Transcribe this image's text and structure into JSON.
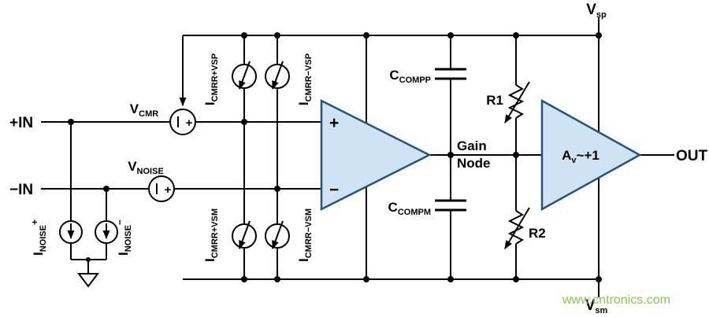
{
  "colors": {
    "wire": "#000000",
    "amp_fill": "#cfe3f4",
    "amp_stroke": "#24547e",
    "watermark": "#7ac143"
  },
  "labels": {
    "vsp": {
      "base": "V",
      "sub": "sp"
    },
    "vsm": {
      "base": "V",
      "sub": "sm"
    },
    "in_plus": {
      "base": "+IN"
    },
    "in_minus": {
      "base": "−IN"
    },
    "vcmr": {
      "base": "V",
      "sub": "CMR"
    },
    "vnoise": {
      "base": "V",
      "sub": "NOISE"
    },
    "inoise_plus": {
      "base": "I",
      "sub": "NOISE",
      "sup": "+"
    },
    "inoise_minus": {
      "base": "I",
      "sub": "NOISE",
      "sup": "−"
    },
    "icmrr_plus_vsp": {
      "base": "I",
      "sub": "CMRR+VSP"
    },
    "icmrr_minus_vsp": {
      "base": "I",
      "sub": "CMRR−VSP"
    },
    "icmrr_plus_vsm": {
      "base": "I",
      "sub": "CMRR+VSM"
    },
    "icmrr_minus_vsm": {
      "base": "I",
      "sub": "CMRR−VSM"
    },
    "c_compp": {
      "base": "C",
      "sub": "COMPP"
    },
    "c_compm": {
      "base": "C",
      "sub": "COMPM"
    },
    "r1": {
      "base": "R1"
    },
    "r2": {
      "base": "R2"
    },
    "gain_node": {
      "line1": "Gain",
      "line2": "Node"
    },
    "buffer_gain": {
      "base": "A",
      "sub": "v",
      "rest": "~+1"
    },
    "out": {
      "base": "OUT"
    },
    "opamp_plus": "+",
    "opamp_minus": "−",
    "battery_plus": "+"
  },
  "watermark": {
    "text": "www.cntronics.com"
  }
}
